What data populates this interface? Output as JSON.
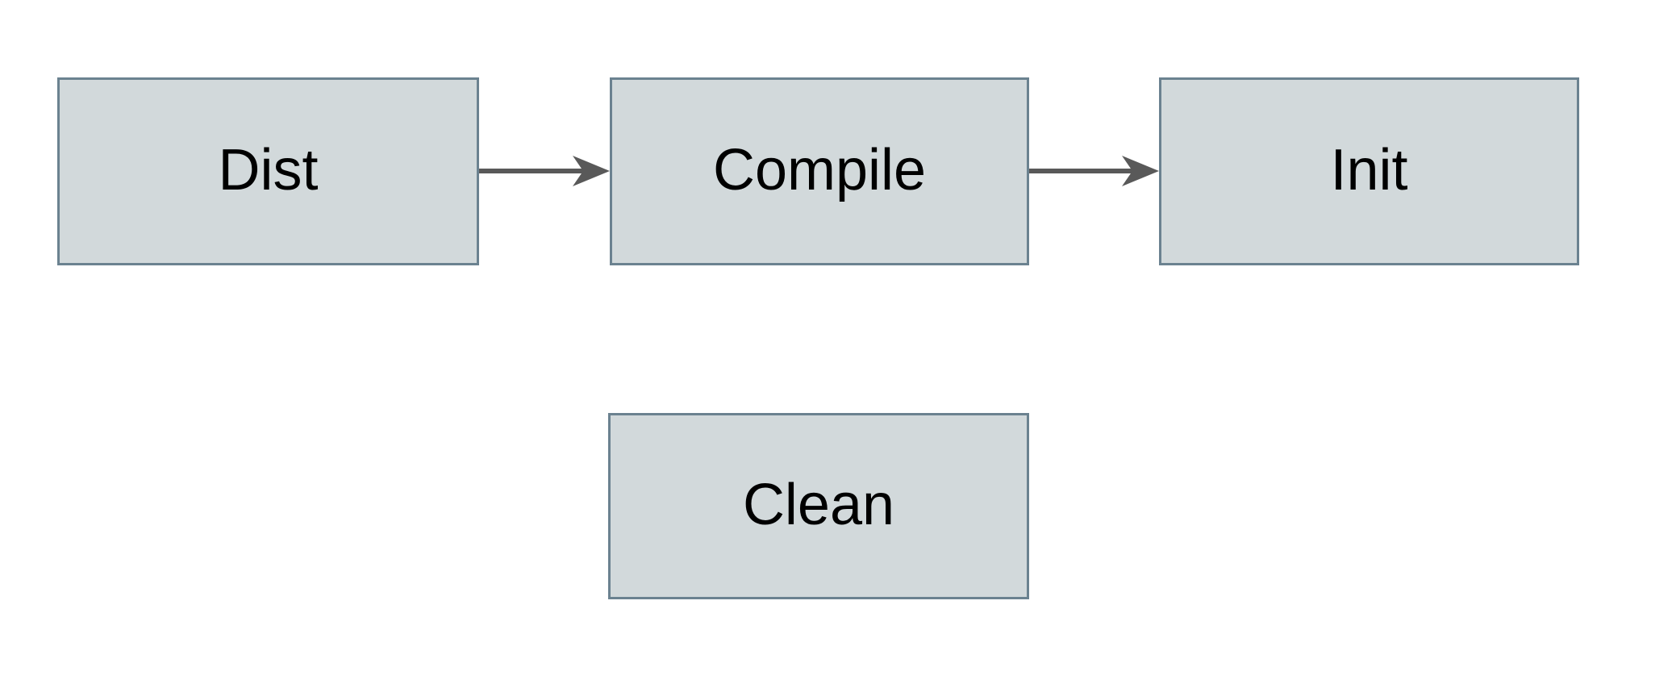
{
  "diagram": {
    "background_color": "#ffffff",
    "node_fill_color": "#d2d9db",
    "node_border_color": "#6b8290",
    "arrow_color": "#595959",
    "text_color": "#000000",
    "nodes": [
      {
        "id": "dist",
        "label": "Dist"
      },
      {
        "id": "compile",
        "label": "Compile"
      },
      {
        "id": "init",
        "label": "Init"
      },
      {
        "id": "clean",
        "label": "Clean"
      }
    ],
    "edges": [
      {
        "from": "dist",
        "to": "compile"
      },
      {
        "from": "compile",
        "to": "init"
      }
    ]
  }
}
